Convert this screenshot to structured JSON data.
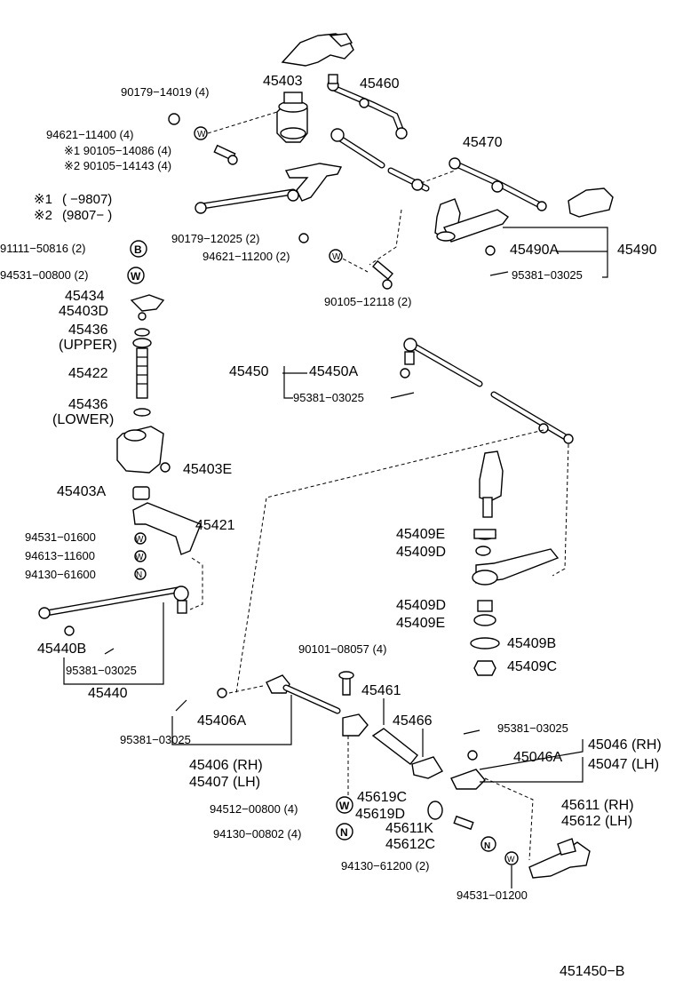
{
  "labels": {
    "p45403": "45403",
    "p45460": "45460",
    "p90179_14019": "90179−14019 (4)",
    "p94621_11400": "94621−11400 (4)",
    "p90105_14086": "※1 90105−14086 (4)",
    "p90105_14143": "※2 90105−14143 (4)",
    "p45470": "45470",
    "note1_mark": "※1",
    "note1_range": "(      −9807)",
    "note2_mark": "※2",
    "note2_range": "(9807−      )",
    "p90179_12025": "90179−12025 (2)",
    "p94621_11200": "94621−11200 (2)",
    "p91111_50816": "91111−50816 (2)",
    "p94531_00800": "94531−00800 (2)",
    "p45490A": "45490A",
    "p45490": "45490",
    "p95381_03025_a": "95381−03025",
    "p90105_12118": "90105−12118 (2)",
    "p45434": "45434",
    "p45403D": "45403D",
    "p45436_u": "45436",
    "upper": "(UPPER)",
    "p45422": "45422",
    "p45436_l": "45436",
    "lower": "(LOWER)",
    "p45403E": "45403E",
    "p45403A": "45403A",
    "p45421": "45421",
    "p94531_01600": "94531−01600",
    "p94613_11600": "94613−11600",
    "p94130_61600": "94130−61600",
    "p45450": "45450",
    "p45450A": "45450A",
    "p95381_03025_b": "95381−03025",
    "p45409E_a": "45409E",
    "p45409D_a": "45409D",
    "p45409D_b": "45409D",
    "p45409E_b": "45409E",
    "p45409B": "45409B",
    "p45409C": "45409C",
    "p45440B": "45440B",
    "p95381_03025_c": "95381−03025",
    "p45440": "45440",
    "p90101_08057": "90101−08057 (4)",
    "p45461": "45461",
    "p45466": "45466",
    "p45406A": "45406A",
    "p95381_03025_d": "95381−03025",
    "p45406": "45406 (RH)",
    "p45407": "45407 (LH)",
    "p95381_03025_e": "95381−03025",
    "p45046A": "45046A",
    "p45046": "45046 (RH)",
    "p45047": "45047 (LH)",
    "p94512_00800": "94512−00800 (4)",
    "p94130_00802": "94130−00802 (4)",
    "p45619C": "45619C",
    "p45619D": "45619D",
    "p45611K": "45611K",
    "p45612C": "45612C",
    "p45611": "45611 (RH)",
    "p45612": "45612 (LH)",
    "p94130_61200": "94130−61200 (2)",
    "p94531_01200": "94531−01200",
    "diagram_ref": "451450−B"
  },
  "symbols": {
    "washer": "W",
    "bolt": "B",
    "nut": "N"
  }
}
